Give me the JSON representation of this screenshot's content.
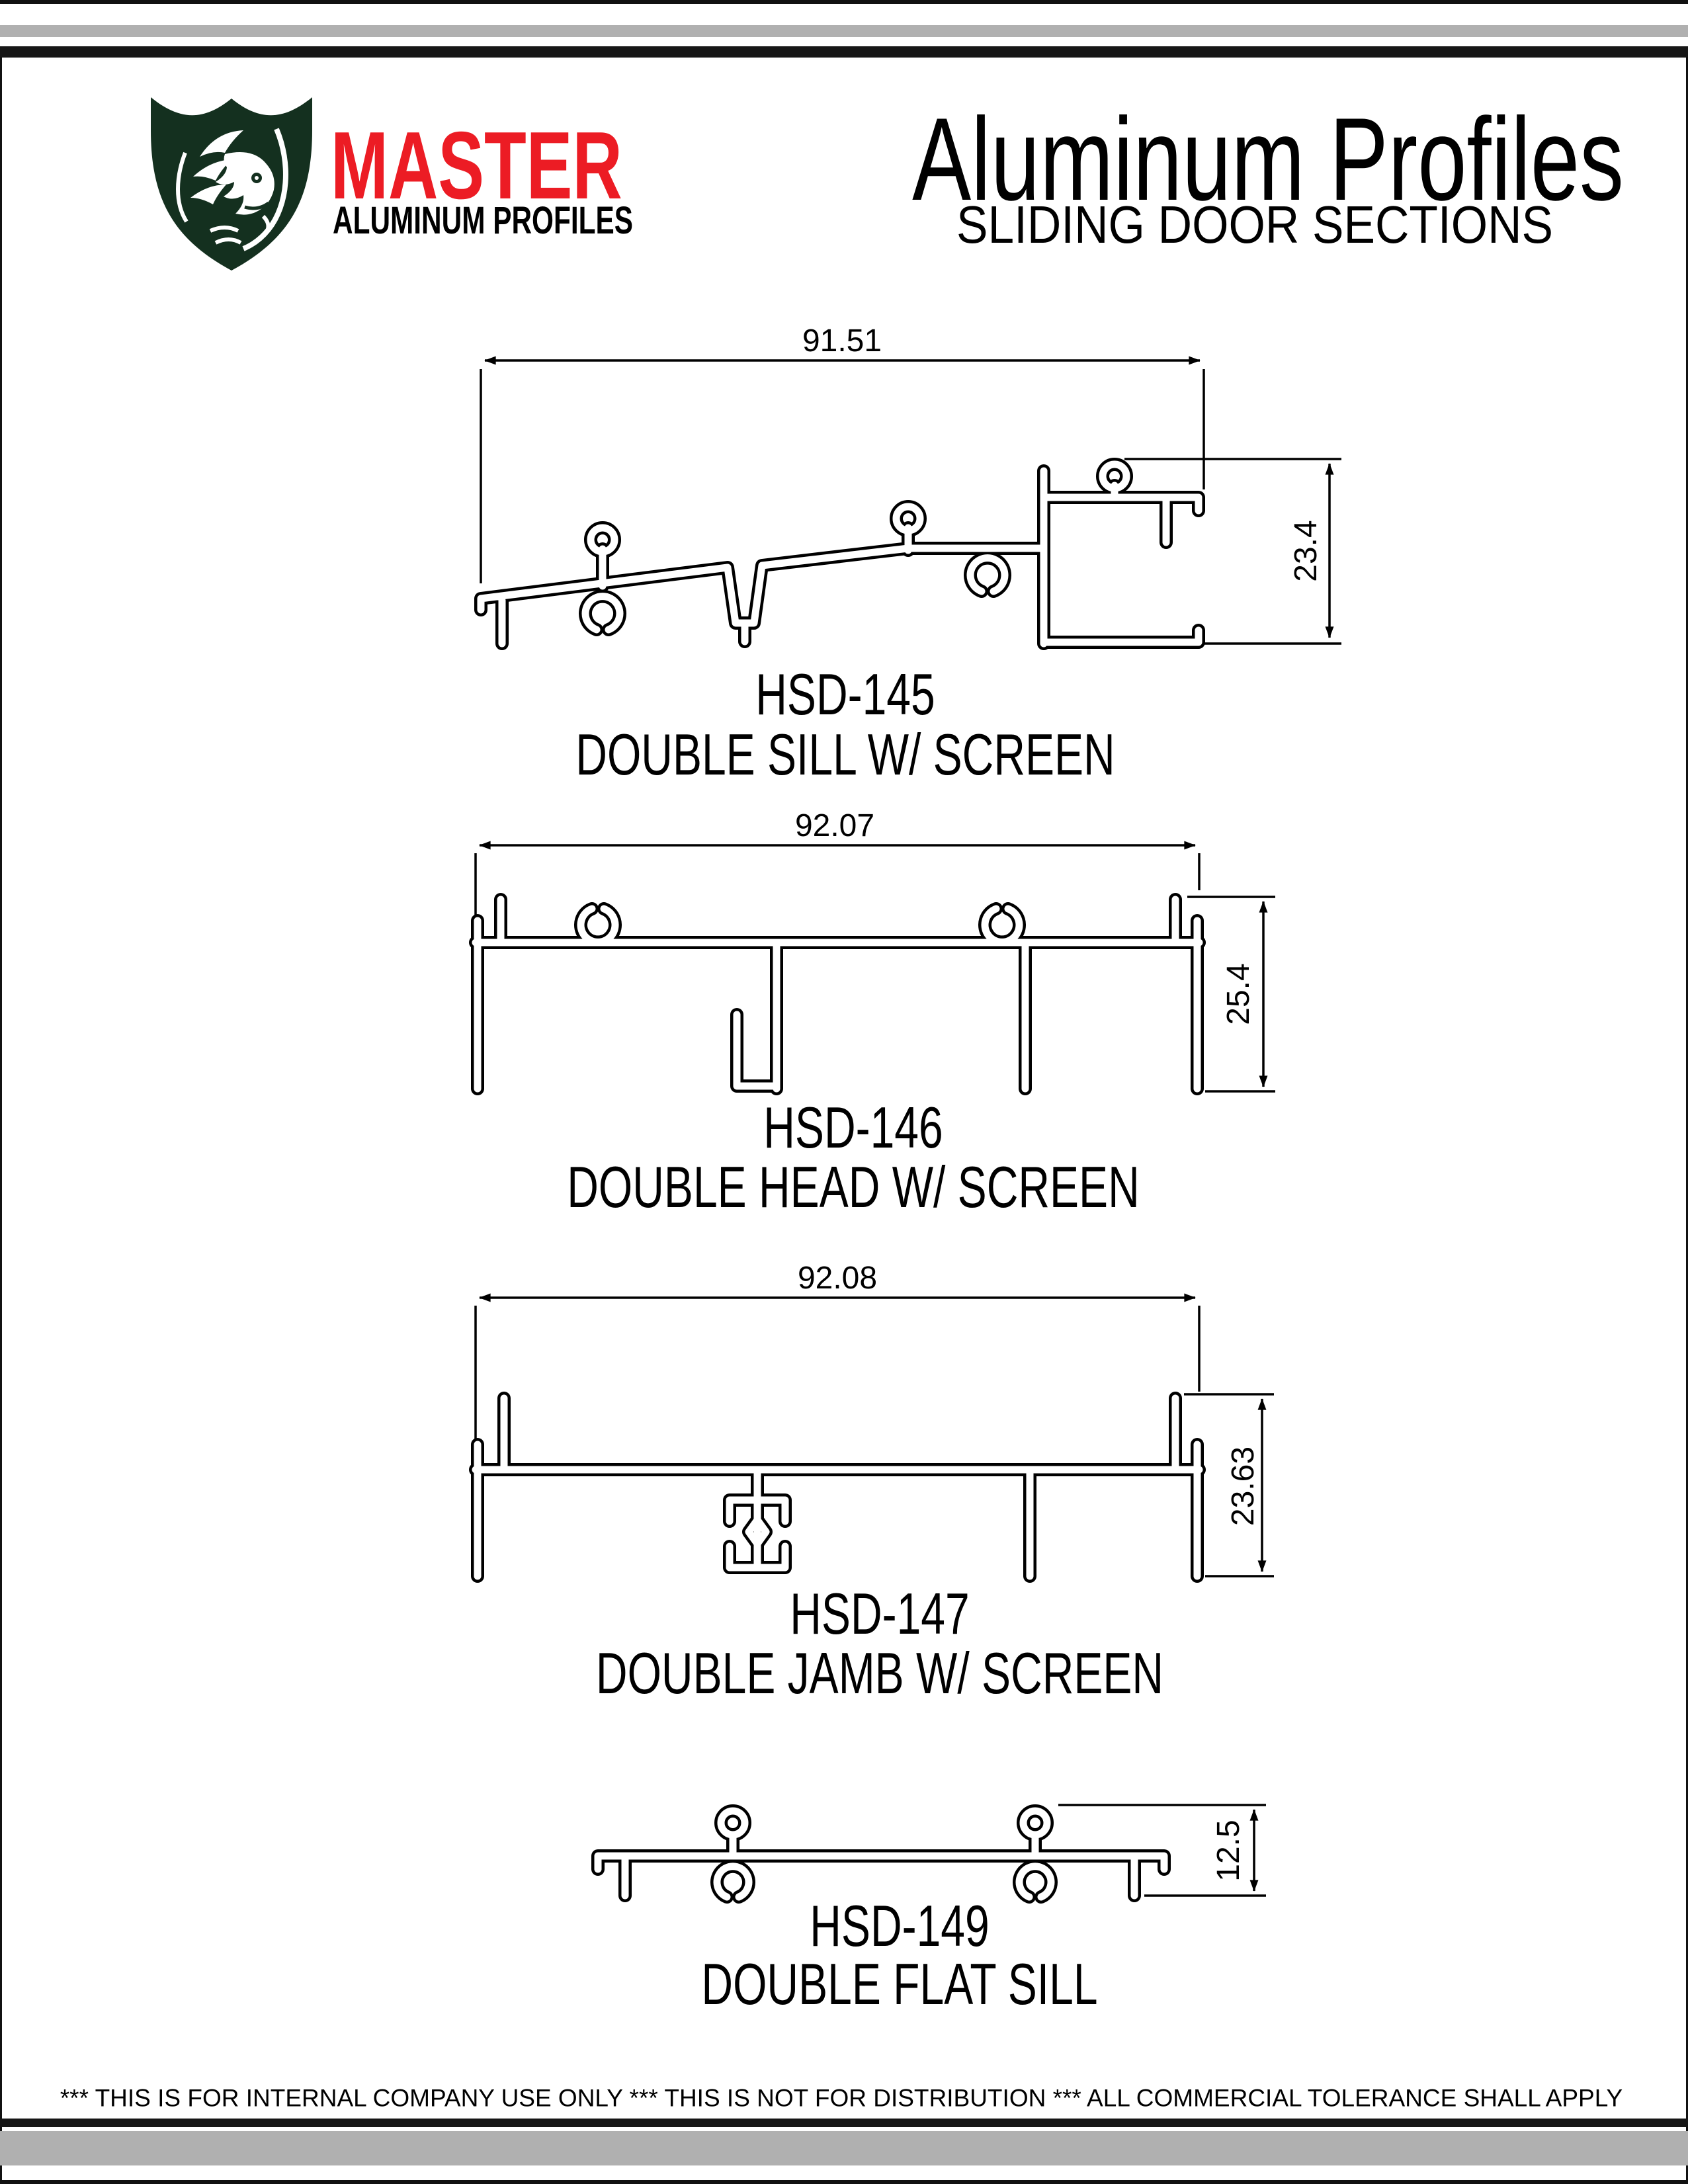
{
  "header": {
    "brand": "MASTER",
    "brand_tagline": "ALUMINUM PROFILES",
    "title": "Aluminum Profiles",
    "subtitle": "SLIDING DOOR SECTIONS"
  },
  "logo": {
    "emblem": "dragon-shield",
    "shield_color": "#14301f",
    "brand_color": "#ec1c24",
    "tagline_color": "#111111"
  },
  "sections": [
    {
      "code": "HSD-145",
      "name": "DOUBLE SILL W/ SCREEN",
      "width_dim": "91.51",
      "height_dim": "23.4"
    },
    {
      "code": "HSD-146",
      "name": "DOUBLE HEAD W/ SCREEN",
      "width_dim": "92.07",
      "height_dim": "25.4"
    },
    {
      "code": "HSD-147",
      "name": "DOUBLE JAMB W/ SCREEN",
      "width_dim": "92.08",
      "height_dim": "23.63"
    },
    {
      "code": "HSD-149",
      "name": "DOUBLE FLAT SILL",
      "height_dim": "12.5"
    }
  ],
  "footer": {
    "notice": "*** THIS IS FOR INTERNAL COMPANY USE ONLY *** THIS IS NOT FOR DISTRIBUTION *** ALL COMMERCIAL TOLERANCE SHALL APPLY"
  },
  "colors": {
    "accent_red": "#ec1c24",
    "shield_green": "#14301f",
    "rule_gray": "#b0b0b0",
    "ink": "#000000"
  }
}
